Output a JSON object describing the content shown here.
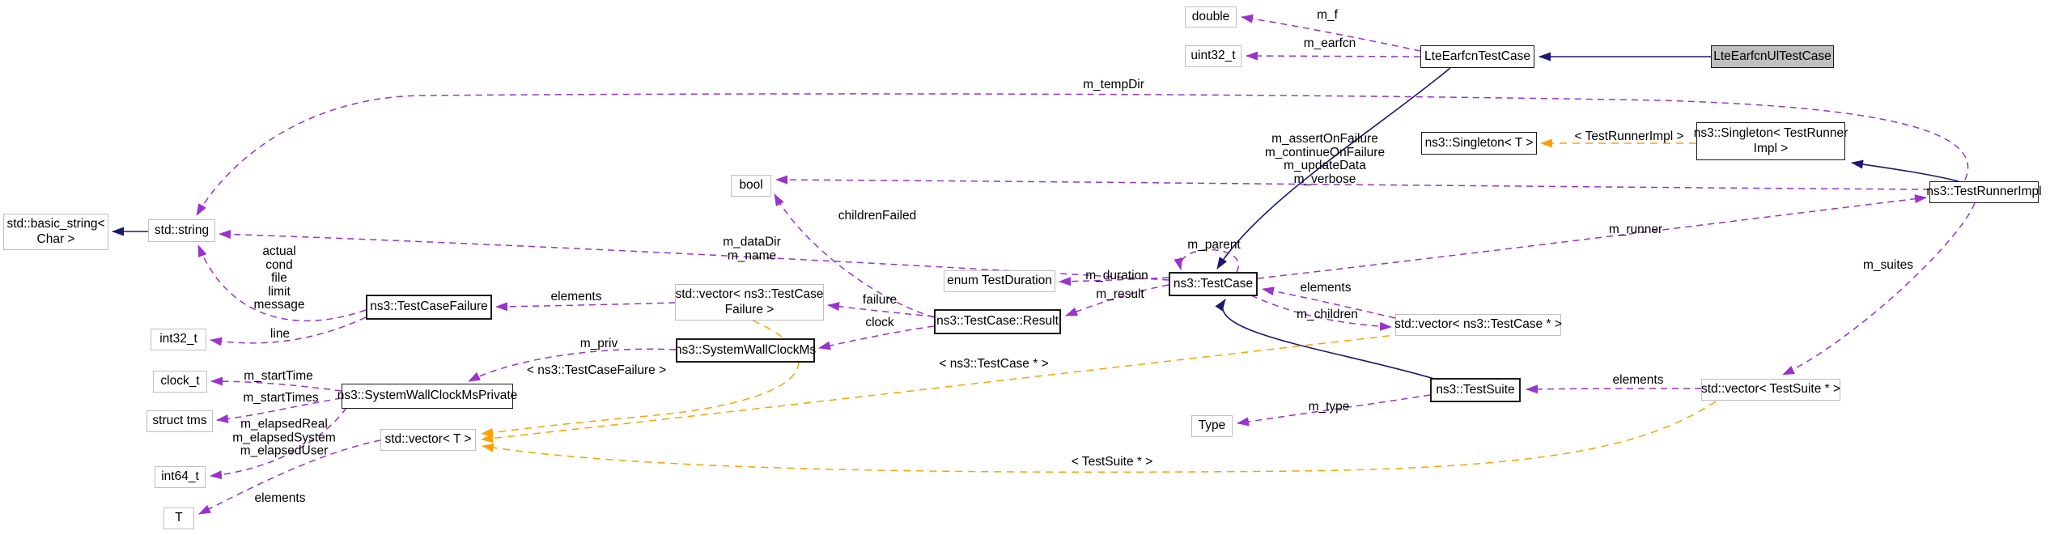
{
  "diagram": {
    "type": "collaboration-graph",
    "colors": {
      "inheritance_edge": "#191970",
      "member_edge": "#9a32cd",
      "template_edge": "#ffa000",
      "documented_node_border": "#1a1a1a",
      "external_node_border": "#bfbfbf",
      "selected_node_fill": "#bfbfbf"
    },
    "nodes": {
      "double_type": {
        "label": "double"
      },
      "uint32_type": {
        "label": "uint32_t"
      },
      "lte_earfcn_test_case": {
        "label": "LteEarfcnTestCase"
      },
      "lte_earfcn_ul_test_case": {
        "label": "LteEarfcnUlTestCase"
      },
      "singleton_t": {
        "label": "ns3::Singleton< T >"
      },
      "singleton_test_runner_impl": {
        "line1": "ns3::Singleton< TestRunner",
        "line2": "Impl >"
      },
      "test_runner_impl": {
        "label": "ns3::TestRunnerImpl"
      },
      "bool_type": {
        "label": "bool"
      },
      "basic_string": {
        "line1": "std::basic_string<",
        "line2": "Char >"
      },
      "std_string": {
        "label": "std::string"
      },
      "test_case_failure": {
        "label": "ns3::TestCaseFailure"
      },
      "int32_type": {
        "label": "int32_t"
      },
      "vector_test_case_failure": {
        "line1": "std::vector< ns3::TestCase",
        "line2": "Failure >"
      },
      "enum_test_duration": {
        "label": "enum TestDuration"
      },
      "test_case_result": {
        "label": "ns3::TestCase::Result"
      },
      "test_case": {
        "label": "ns3::TestCase"
      },
      "system_wall_clock_ms": {
        "label": "ns3::SystemWallClockMs"
      },
      "system_wall_clock_ms_private": {
        "label": "ns3::SystemWallClockMsPrivate"
      },
      "clock_type": {
        "label": "clock_t"
      },
      "struct_tms": {
        "label": "struct tms"
      },
      "int64_type": {
        "label": "int64_t"
      },
      "t_type": {
        "label": "T"
      },
      "vector_t": {
        "label": "std::vector< T >"
      },
      "test_suite": {
        "label": "ns3::TestSuite"
      },
      "type_type": {
        "label": "Type"
      },
      "vector_test_case_ptr": {
        "label": "std::vector< ns3::TestCase * >"
      },
      "vector_test_suite_ptr": {
        "label": "std::vector< TestSuite * >"
      }
    },
    "edge_labels": {
      "m_f": "m_f",
      "m_earfcn": "m_earfcn",
      "m_tempdir": "m_tempDir",
      "template_test_runner_impl": "< TestRunnerImpl >",
      "runner_flags": [
        "m_assertOnFailure",
        "m_continueOnFailure",
        "m_updateData",
        "m_verbose"
      ],
      "children_failed": "childrenFailed",
      "name_block": [
        "m_dataDir",
        "m_name"
      ],
      "string_members": [
        "actual",
        "cond",
        "file",
        "limit",
        "message"
      ],
      "elements_failure": "elements",
      "line_member": "line",
      "m_parent": "m_parent",
      "elements_test_case": "elements",
      "m_children": "m_children",
      "m_runner": "m_runner",
      "m_suites": "m_suites",
      "m_duration": "m_duration",
      "m_result": "m_result",
      "failure": "failure",
      "clock": "clock",
      "m_priv": "m_priv",
      "template_test_case_failure": "< ns3::TestCaseFailure >",
      "template_test_case_ptr": "< ns3::TestCase * >",
      "template_test_suite_ptr": "< TestSuite * >",
      "m_start_time": "m_startTime",
      "m_start_times": "m_startTimes",
      "elapsed_members": [
        "m_elapsedReal",
        "m_elapsedSystem",
        "m_elapsedUser"
      ],
      "elements_t": "elements",
      "m_type": "m_type",
      "elements_suite": "elements"
    }
  }
}
